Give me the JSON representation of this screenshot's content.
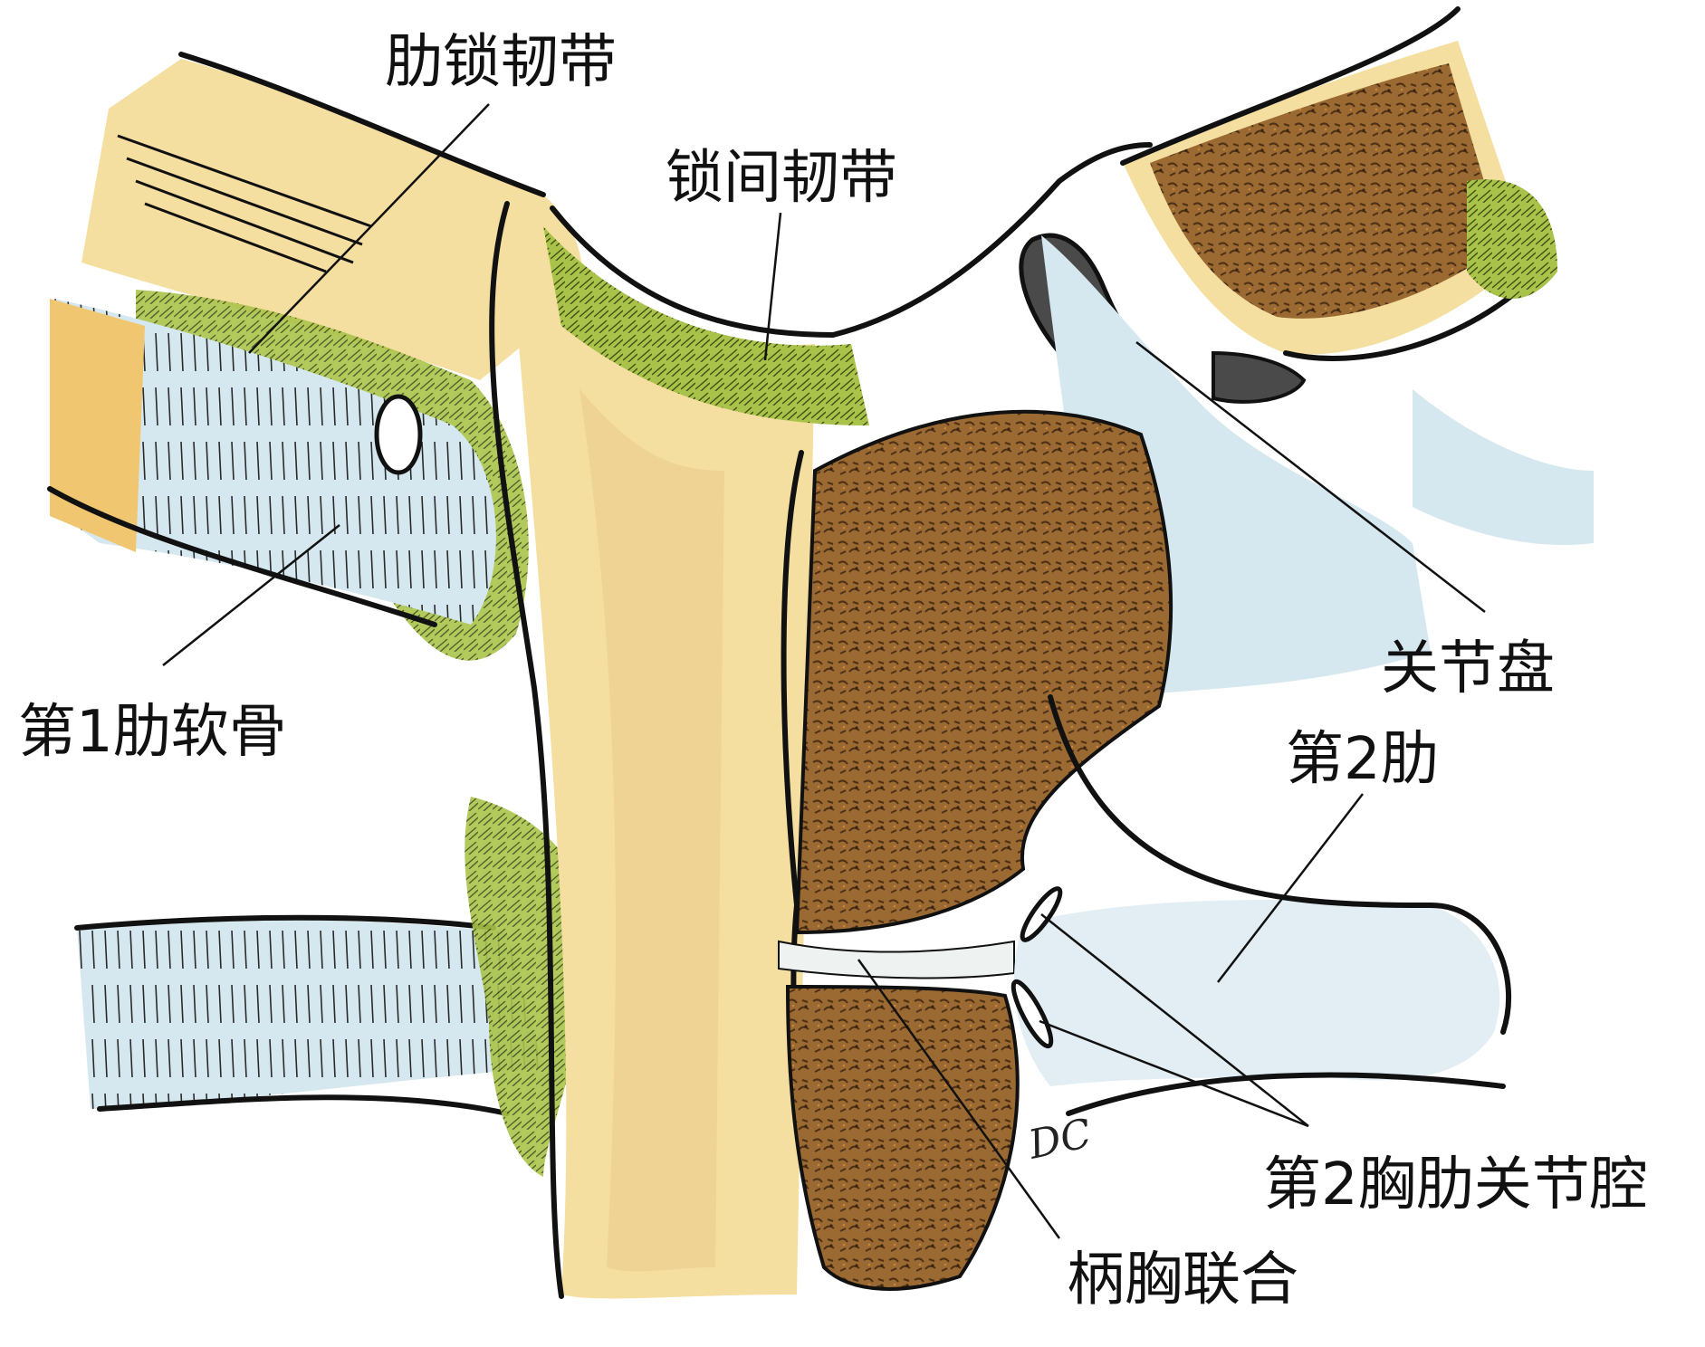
{
  "colors": {
    "bone": "#f4dfa0",
    "bone_light": "#f7e7b8",
    "cartilage": "#d6e8ef",
    "ligament": "#a9c34a",
    "ligament_dark": "#7f9a2a",
    "cut_bone": "#9a6a32",
    "cut_bone_dark": "#5e3d1c",
    "cut_bone_orange": "#c77a33",
    "disc": "#4a4a4a",
    "outline": "#111111"
  },
  "labels": {
    "costoclavicular_ligament": "肋锁韧带",
    "interclavicular_ligament": "锁间韧带",
    "first_costal_cartilage": "第1肋软骨",
    "articular_disc": "关节盘",
    "second_rib": "第2肋",
    "second_sternocostal_joint_cavity": "第2胸肋关节腔",
    "manubriosternal_junction": "柄胸联合"
  },
  "signature": "DC"
}
